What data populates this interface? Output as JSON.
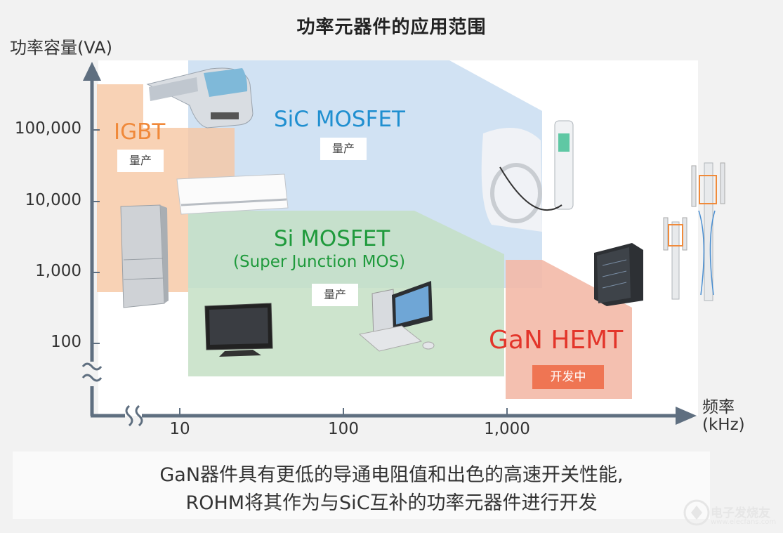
{
  "title": "功率元器件的应用范围",
  "y_axis": {
    "label": "功率容量(VA)",
    "ticks": [
      "100,000",
      "10,000",
      "1,000",
      "100"
    ]
  },
  "x_axis": {
    "label_line1": "频率",
    "label_line2": "(kHz)",
    "ticks": [
      "10",
      "100",
      "1,000"
    ]
  },
  "regions": {
    "igbt": {
      "name": "IGBT",
      "tag": "量产",
      "color": "#f0893a"
    },
    "sic": {
      "name": "SiC MOSFET",
      "tag": "量产",
      "color": "#1f8fd0"
    },
    "si": {
      "name": "Si MOSFET",
      "subtitle": "(Super Junction MOS)",
      "tag": "量产",
      "color": "#1f9a3c"
    },
    "gan": {
      "name": "GaN HEMT",
      "tag": "开发中",
      "color": "#e3352a"
    }
  },
  "footer": {
    "line1": "GaN器件具有更低的导通电阻值和出色的高速开关性能,",
    "line2": "ROHM将其作为与SiC互补的功率元器件进行开发"
  },
  "watermark": {
    "text": "电子发烧友",
    "sub": "www.elecfans.com"
  },
  "illustrations": [
    "train-icon",
    "air-conditioner-icon",
    "refrigerator-icon",
    "tv-icon",
    "desktop-computer-icon",
    "ev-charger-icon",
    "server-rack-icon",
    "base-station-antenna-icon"
  ]
}
